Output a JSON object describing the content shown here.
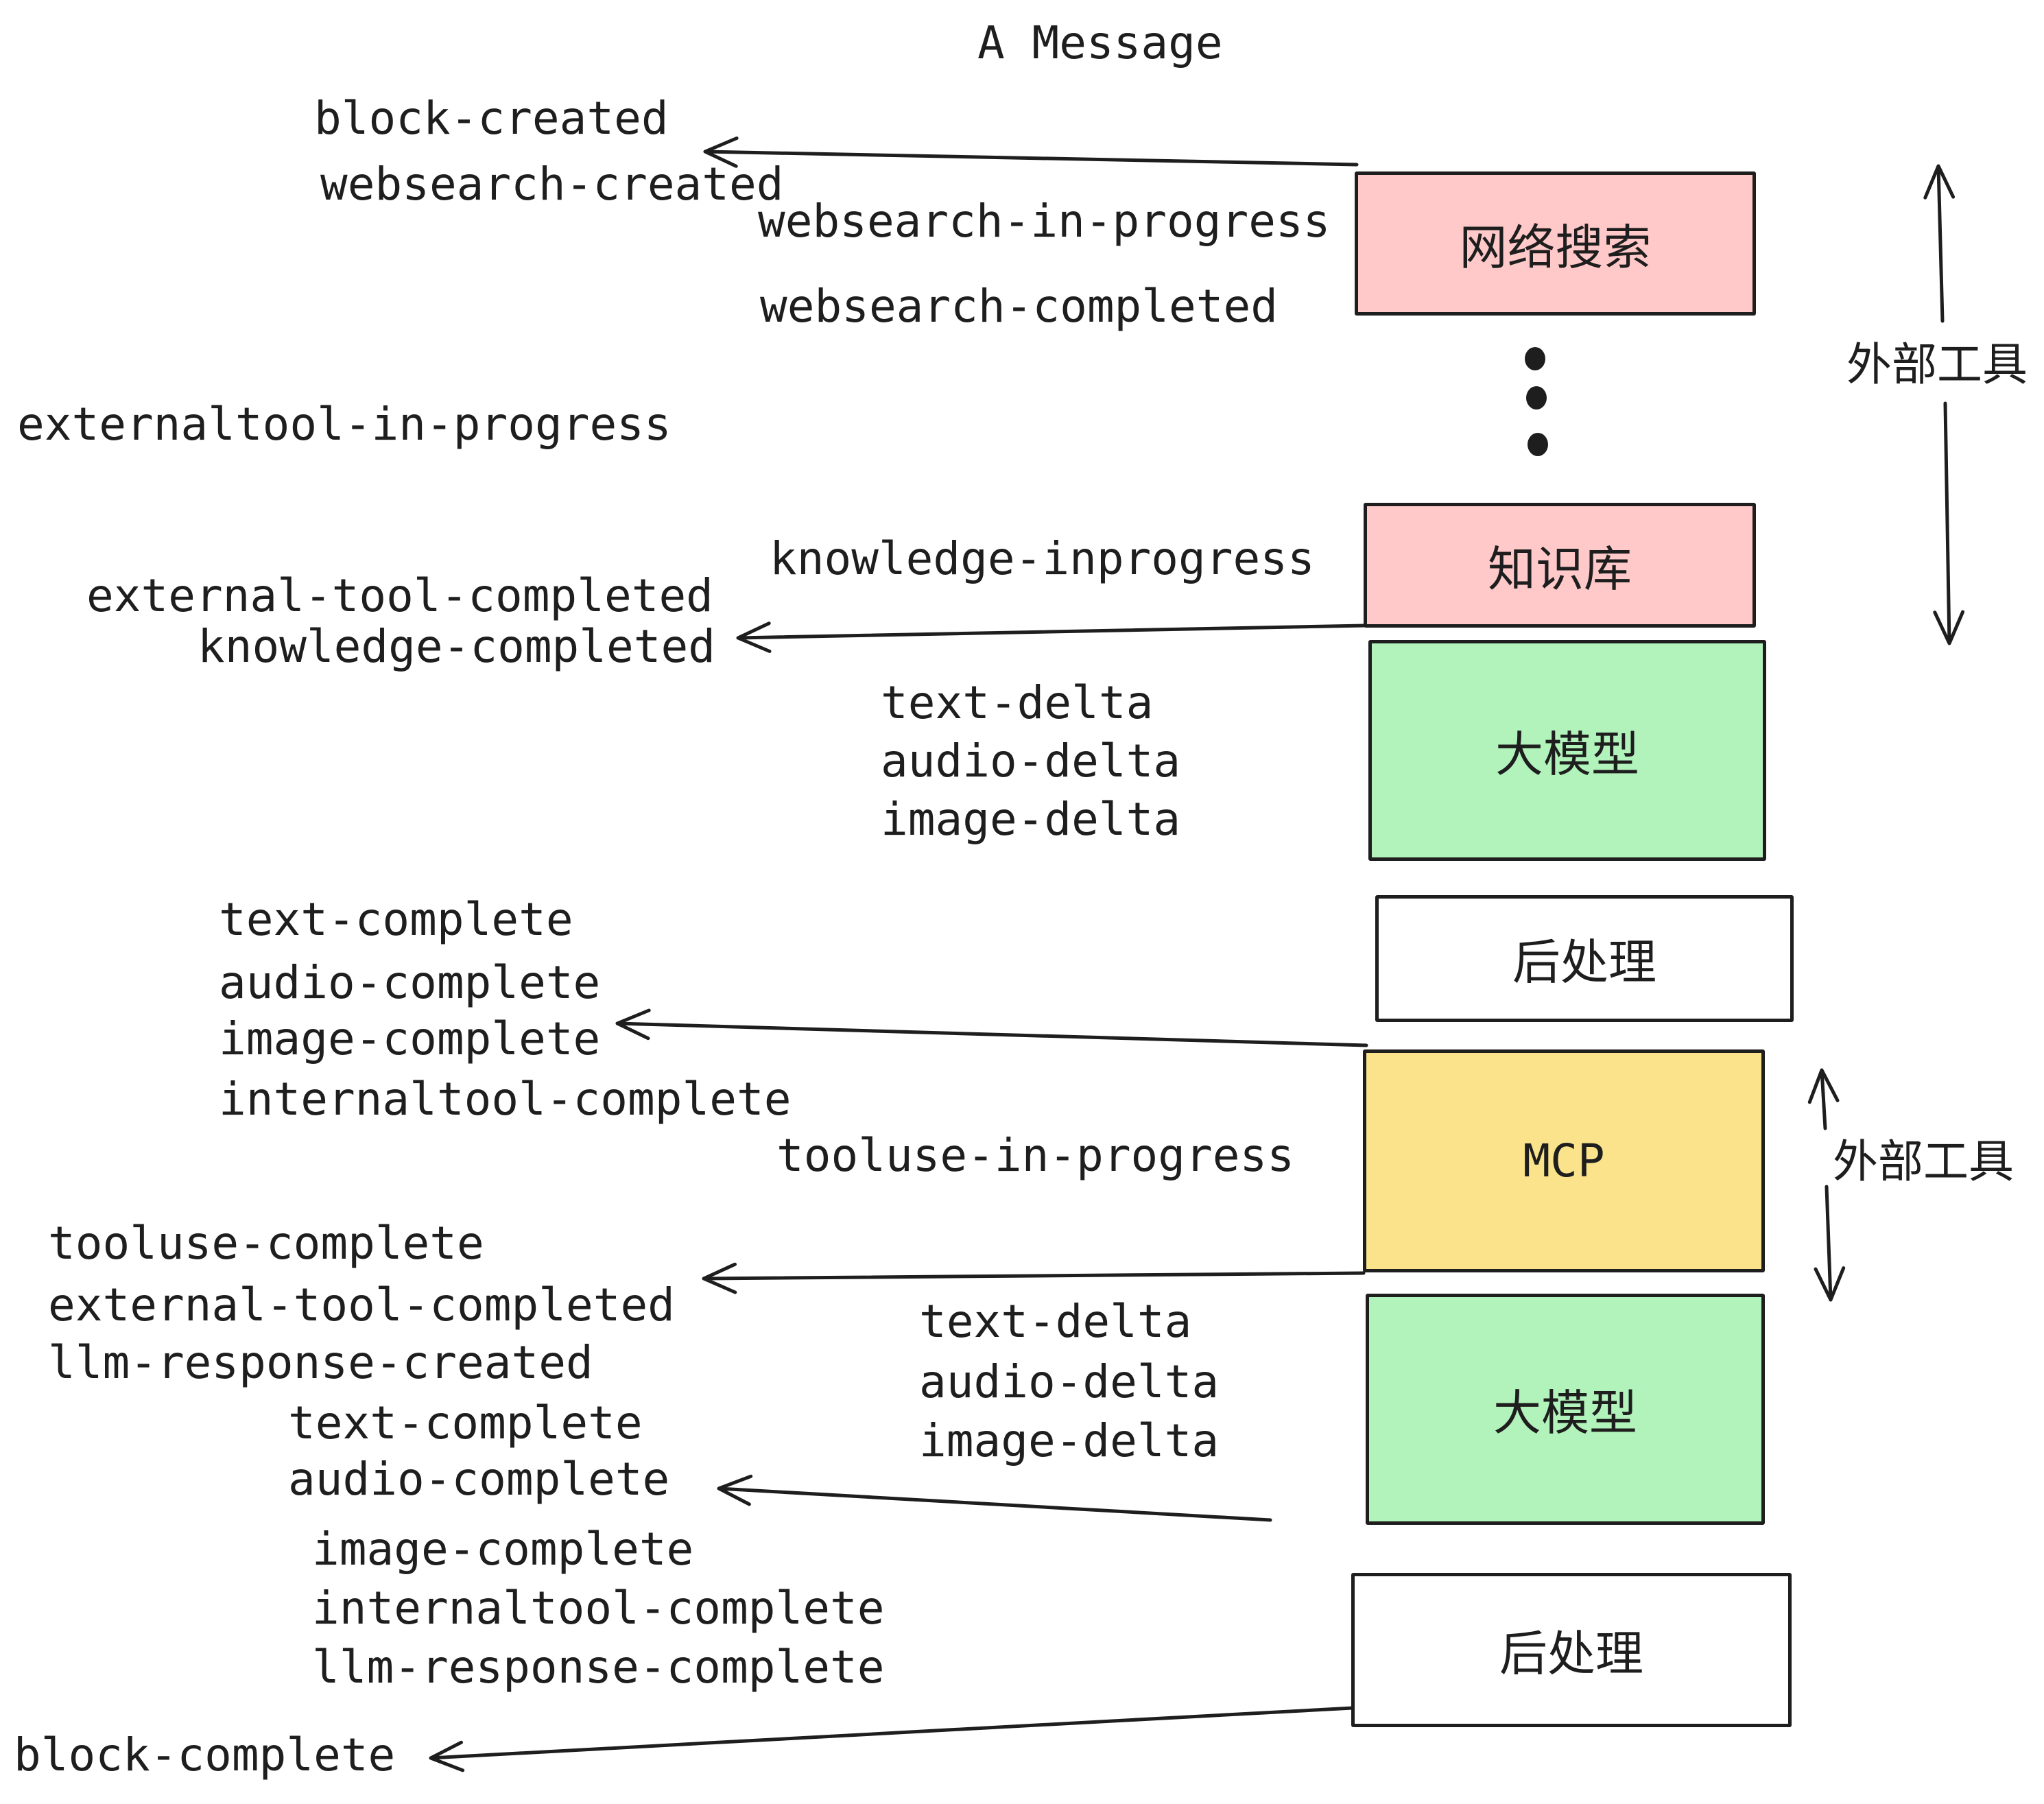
{
  "title": "A Message",
  "colors": {
    "box_pink": "#FFC9C9",
    "box_green": "#B2F2BB",
    "box_yellow": "#FAE38B",
    "box_white": "#FFFFFF",
    "stroke": "#1E1E1E"
  },
  "boxes": {
    "websearch": {
      "label": "网络搜索"
    },
    "knowledge": {
      "label": "知识库"
    },
    "llm": {
      "label": "大模型"
    },
    "post": {
      "label": "后处理"
    },
    "mcp": {
      "label": "MCP"
    }
  },
  "side": {
    "external_tools": "外部工具"
  },
  "events": {
    "block_created": "block-created",
    "websearch_created": "websearch-created",
    "websearch_in_progress": "websearch-in-progress",
    "websearch_completed": "websearch-completed",
    "externaltool_in_progress": "externaltool-in-progress",
    "knowledge_inprogress": "knowledge-inprogress",
    "external_tool_completed": "external-tool-completed",
    "knowledge_completed": "knowledge-completed",
    "text_delta": "text-delta",
    "audio_delta": "audio-delta",
    "image_delta": "image-delta",
    "text_complete": "text-complete",
    "audio_complete": "audio-complete",
    "image_complete": "image-complete",
    "internaltool_complete": "internaltool-complete",
    "tooluse_in_progress": "tooluse-in-progress",
    "tooluse_complete": "tooluse-complete",
    "llm_response_created": "llm-response-created",
    "llm_response_complete": "llm-response-complete",
    "block_complete": "block-complete"
  }
}
